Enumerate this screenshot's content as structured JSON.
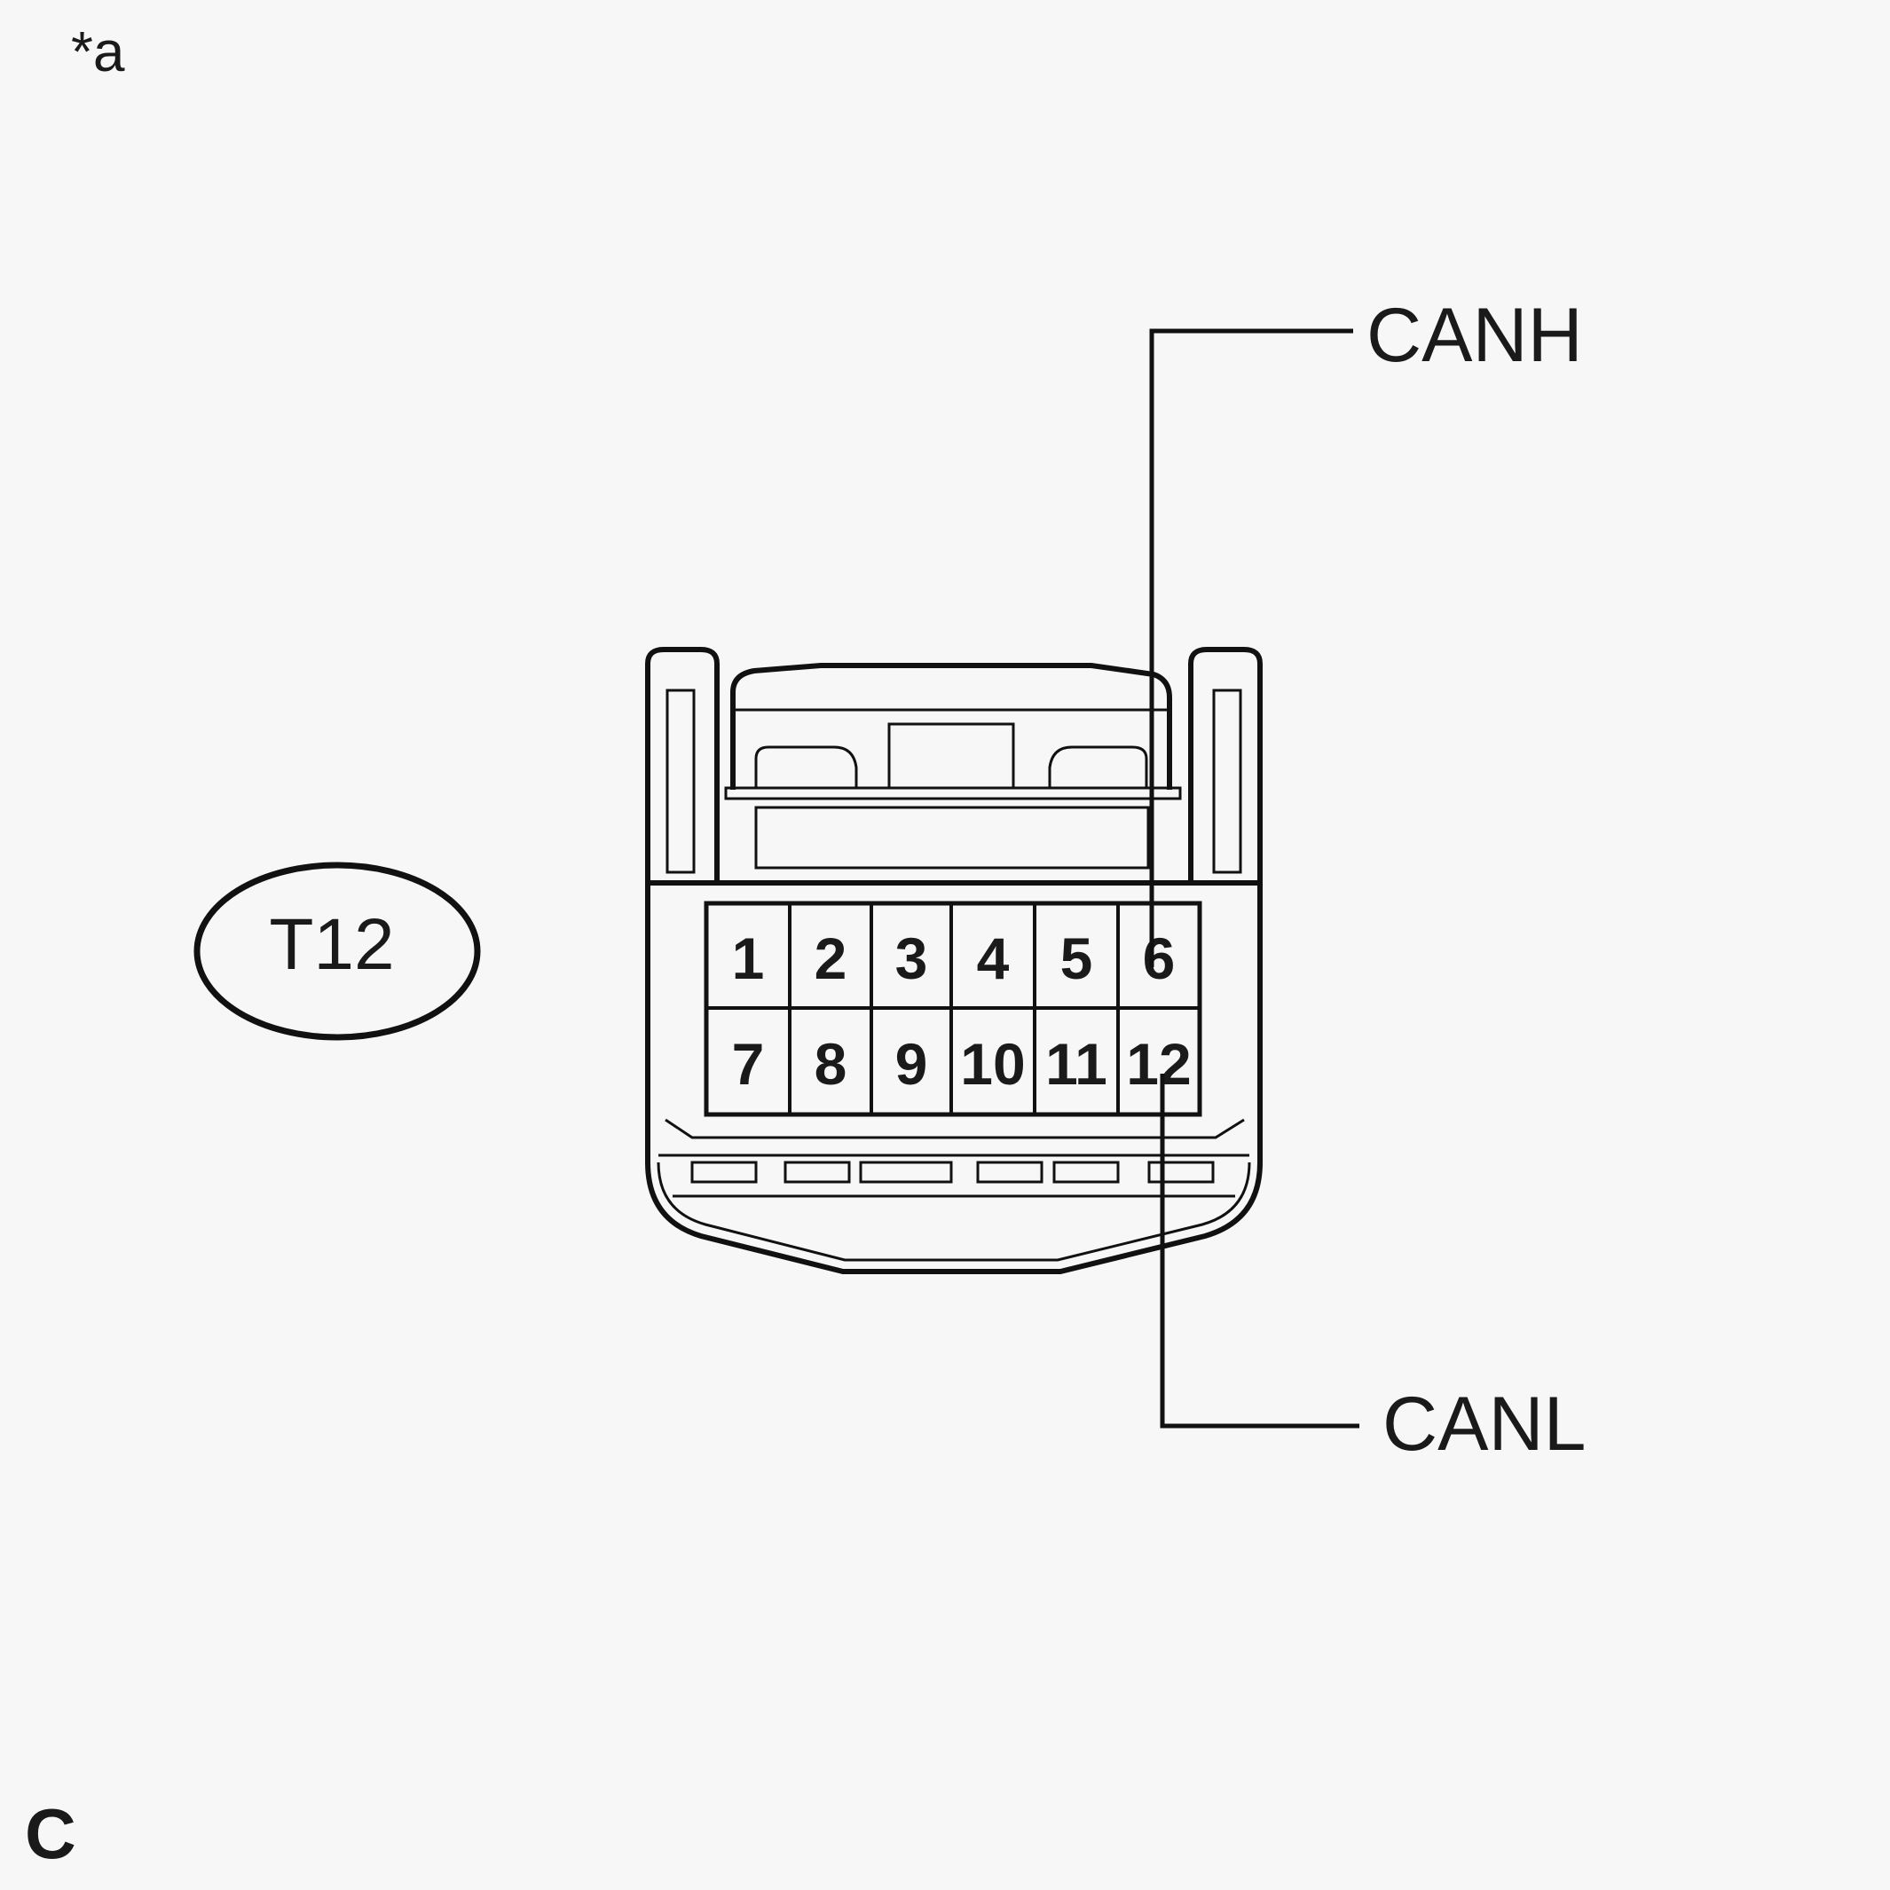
{
  "marker": "*a",
  "connector_id": "T12",
  "signals": {
    "top": "CANH",
    "bottom": "CANL"
  },
  "pins": {
    "row1": [
      "1",
      "2",
      "3",
      "4",
      "5",
      "6"
    ],
    "row2": [
      "7",
      "8",
      "9",
      "10",
      "11",
      "12"
    ]
  },
  "corner_code": "C",
  "colors": {
    "background": "#f7f7f7",
    "line": "#111111"
  }
}
